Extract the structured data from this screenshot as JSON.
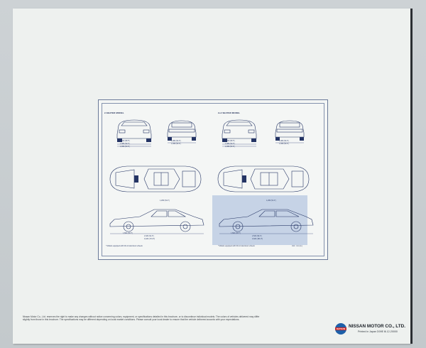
{
  "left_model": {
    "title": "2-SEATER MODEL",
    "widths": [
      "1,690 (66.5\")",
      "1,385 (54.5\")",
      "1,395 (54.9\")",
      "1,380 (54.3\")",
      "1,395 (54.9\")"
    ],
    "side_top": "1,295 (51.0\")",
    "side_bottom": [
      "1,690 (66.5\")",
      "2,320 (91.3\")",
      "4,420 (174.0\")"
    ],
    "footnote": "* Models equipped with 6JJ-14 aluminum wheels"
  },
  "right_model": {
    "title": "2+2 SEATER MODEL",
    "widths": [
      "1,690 (66.5\")",
      "1,385 (54.5\")",
      "1,395 (54.9\")",
      "1,380 (54.3\")",
      "1,395 (54.9\")"
    ],
    "side_top": "1,295 (51.0\")",
    "side_bottom": [
      "1,690 (66.5\")",
      "2,520 (99.2\")",
      "4,620 (181.9\")"
    ],
    "footnote": "* Models equipped with 6JJ-14 aluminum wheels",
    "unit_note": "Unit : mm (in.)"
  },
  "disclaimer": "Nissan Motor Co., Ltd. reserves the right to make any changes without notice concerning colors, equipment, or specifications detailed in this brochure, or to discontinue individual models. The colors of vehicles delivered may differ slightly from those in this brochure. The specifications may be different depending on local market conditions. Please consult your local dealer to ensure that the vehicle delivered accords with your expectations.",
  "brand": {
    "badge": "DATSUN",
    "company": "NISSAN MOTOR CO., LTD.",
    "printed": "Printed in Japan D09E Ⅲ-12-20000"
  }
}
